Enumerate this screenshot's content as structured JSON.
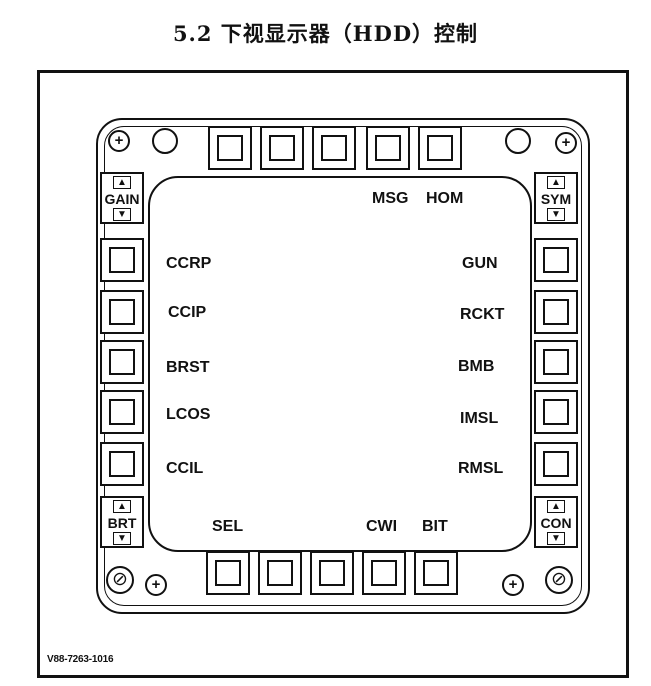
{
  "caption": "5.2  下视显示器（HDD）控制",
  "screen": {
    "top_labels": [
      "MSG",
      "HOM"
    ],
    "left_labels": [
      "CCRP",
      "CCIP",
      "BRST",
      "LCOS",
      "CCIL"
    ],
    "right_labels": [
      "GUN",
      "RCKT",
      "BMB",
      "IMSL",
      "RMSL"
    ],
    "bottom_labels": [
      "SEL",
      "CWI",
      "BIT"
    ]
  },
  "rockers": {
    "gain": "GAIN",
    "sym": "SYM",
    "brt": "BRT",
    "con": "CON",
    "up_glyph": "▲",
    "down_glyph": "▼"
  },
  "symbols": {
    "plus": "⊕",
    "slot": "⊘"
  },
  "footer": "V88-7263-1016"
}
